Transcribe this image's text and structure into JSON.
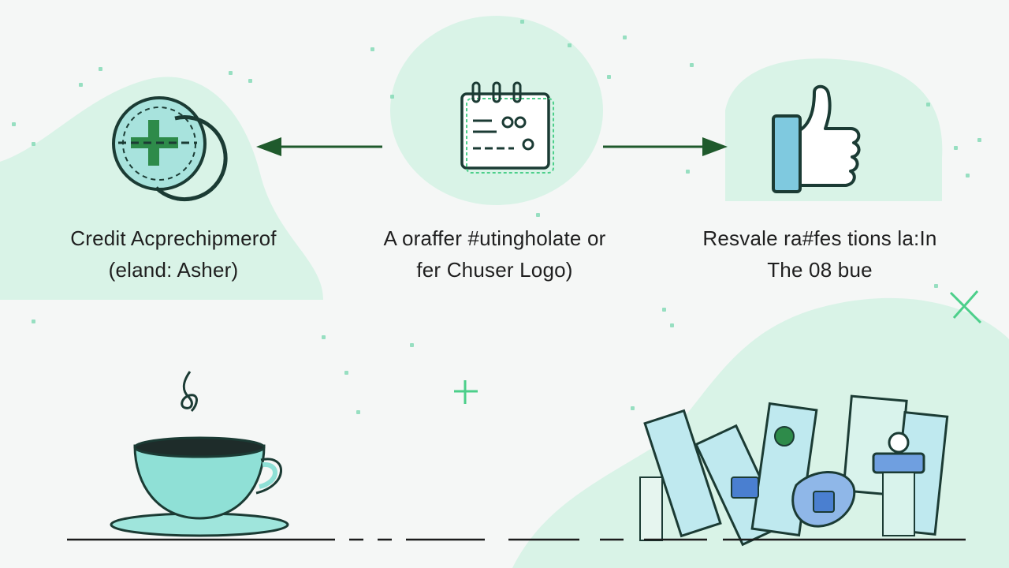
{
  "steps": [
    {
      "line1": "Credit Acprechipmerof",
      "line2": "(eland: Asher)",
      "icon": "plus-circle-icon"
    },
    {
      "line1": "A oraffer #utingholate or",
      "line2": "fer Chuser Logo)",
      "icon": "notepad-icon"
    },
    {
      "line1": "Resvale ra#fes tions la:In",
      "line2": "The 08 bue",
      "icon": "thumbs-up-icon"
    }
  ],
  "colors": {
    "background": "#f5f7f6",
    "blob": "#d8f3e6",
    "arrow": "#1f5a2c",
    "accent": "#6fd3c9",
    "icon_stroke": "#1b3b34"
  }
}
